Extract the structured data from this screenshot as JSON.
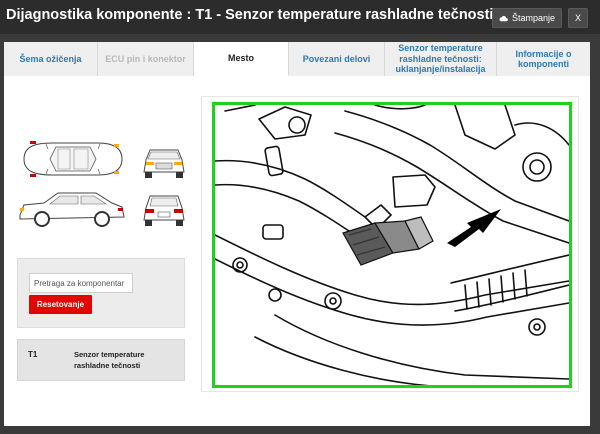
{
  "window": {
    "title": "Dijagnostika komponente : T1 - Senzor temperature rashladne tečnosti",
    "print_label": "Štampanje",
    "close_label": "X"
  },
  "tabs": [
    {
      "label": "Šema ožičenja",
      "state": "normal"
    },
    {
      "label": "ECU pin i konektor",
      "state": "disabled"
    },
    {
      "label": "Mesto",
      "state": "active"
    },
    {
      "label": "Povezani delovi",
      "state": "normal"
    },
    {
      "label": "Senzor temperature rashladne tečnosti: uklanjanje/instalacija",
      "state": "normal"
    },
    {
      "label": "Informacije o komponenti",
      "state": "normal"
    }
  ],
  "search": {
    "placeholder": "Pretraga za komponentar",
    "reset_label": "Resetovanje"
  },
  "component": {
    "code": "T1",
    "name": "Senzor temperature rashladne tečnosti"
  },
  "colors": {
    "accent_tab": "#2a7ab8",
    "reset_button": "#e10600",
    "highlight_border": "#1ed21e"
  }
}
